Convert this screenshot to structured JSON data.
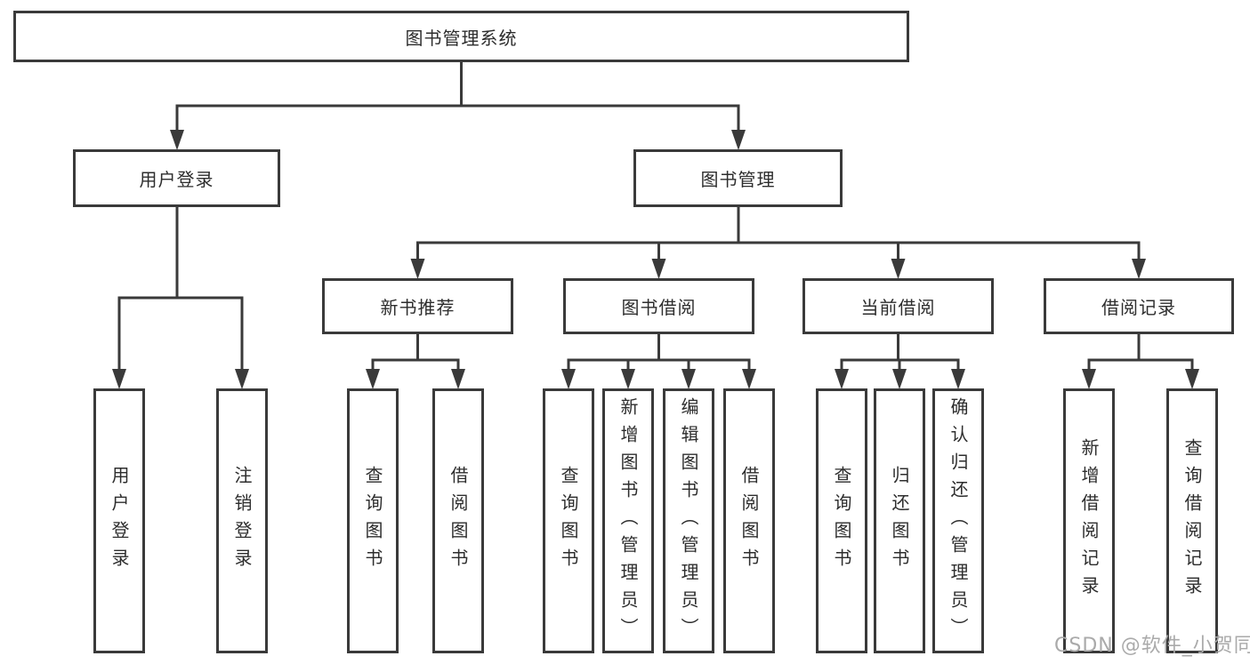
{
  "diagram": {
    "root": {
      "label": "图书管理系统"
    },
    "level2": [
      {
        "label": "用户登录"
      },
      {
        "label": "图书管理"
      }
    ],
    "level3": [
      {
        "label": "新书推荐"
      },
      {
        "label": "图书借阅"
      },
      {
        "label": "当前借阅"
      },
      {
        "label": "借阅记录"
      }
    ],
    "leaves": {
      "login": [
        "用户登录",
        "注销登录"
      ],
      "newbook": [
        "查询图书",
        "借阅图书"
      ],
      "borrow": [
        "查询图书",
        "新增图书（管理员）",
        "编辑图书（管理员）",
        "借阅图书"
      ],
      "current": [
        "查询图书",
        "归还图书",
        "确认归还（管理员）"
      ],
      "records": [
        "新增借阅记录",
        "查询借阅记录"
      ]
    },
    "colors": {
      "line": "#3a3a3a",
      "text": "#2d2d2d",
      "background": "#ffffff",
      "watermark": "#aaaaaa"
    },
    "watermark": "CSDN @软件_小贺同学"
  }
}
